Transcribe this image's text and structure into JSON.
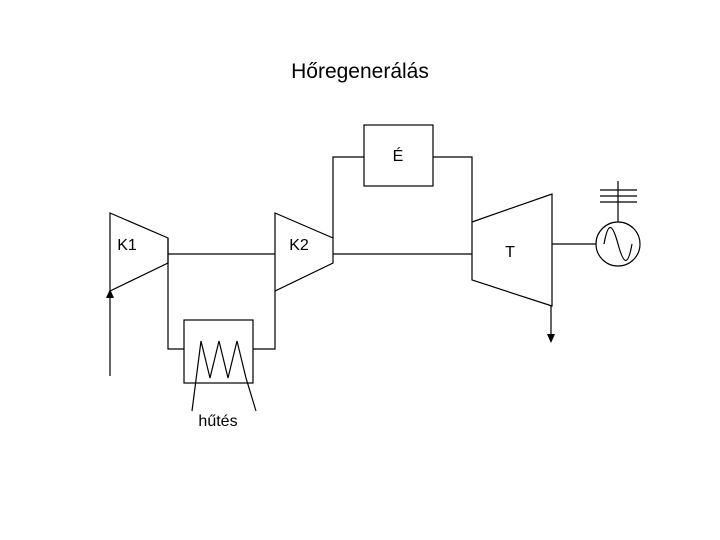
{
  "title": "Hőregenerálás",
  "labels": {
    "k1": "K1",
    "k2": "K2",
    "burner": "É",
    "turbine": "T",
    "cooling": "hűtés"
  },
  "icons": {
    "generator": "generator-sine-icon",
    "grid": "power-grid-icon",
    "coil": "zigzag-coil-icon"
  }
}
